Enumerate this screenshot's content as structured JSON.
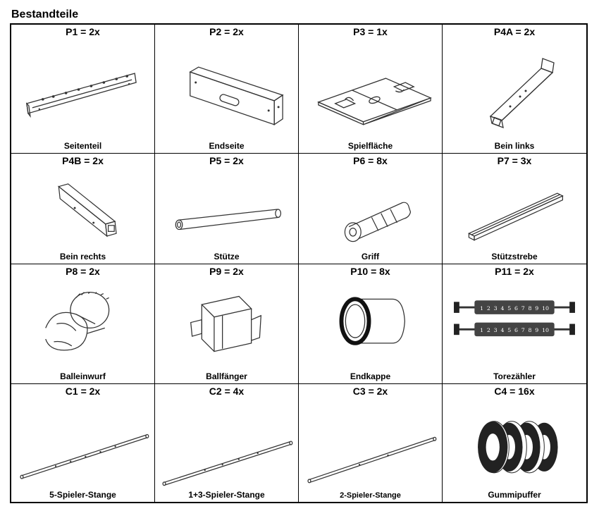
{
  "heading": "Bestandteile",
  "parts": [
    {
      "code": "P1 = 2x",
      "label": "Seitenteil",
      "icon": "side-panel-icon"
    },
    {
      "code": "P2 = 2x",
      "label": "Endseite",
      "icon": "end-panel-icon"
    },
    {
      "code": "P3 = 1x",
      "label": "Spielfläche",
      "icon": "playfield-icon"
    },
    {
      "code": "P4A = 2x",
      "label": "Bein links",
      "icon": "leg-left-icon"
    },
    {
      "code": "P4B = 2x",
      "label": "Bein rechts",
      "icon": "leg-right-icon"
    },
    {
      "code": "P5 = 2x",
      "label": "Stütze",
      "icon": "support-tube-icon"
    },
    {
      "code": "P6 = 8x",
      "label": "Griff",
      "icon": "handle-icon"
    },
    {
      "code": "P7 = 3x",
      "label": "Stützstrebe",
      "icon": "support-strut-icon"
    },
    {
      "code": "P8 = 2x",
      "label": "Balleinwurf",
      "icon": "ball-inlet-icon"
    },
    {
      "code": "P9 = 2x",
      "label": "Ballfänger",
      "icon": "ball-catcher-icon"
    },
    {
      "code": "P10 = 8x",
      "label": "Endkappe",
      "icon": "end-cap-icon"
    },
    {
      "code": "P11 = 2x",
      "label": "Torezähler",
      "icon": "score-counter-icon"
    },
    {
      "code": "C1 = 2x",
      "label": "5-Spieler-Stange",
      "icon": "rod-icon"
    },
    {
      "code": "C2 = 4x",
      "label": "1+3-Spieler-Stange",
      "icon": "rod-icon"
    },
    {
      "code": "C3 = 2x",
      "label": "2-Spieler-Stange",
      "icon": "rod-icon"
    },
    {
      "code": "C4 = 16x",
      "label": "Gummipuffer",
      "icon": "rubber-buffer-icon"
    }
  ],
  "counter_digits": [
    "1",
    "2",
    "3",
    "4",
    "5",
    "6",
    "7",
    "8",
    "9",
    "10"
  ]
}
